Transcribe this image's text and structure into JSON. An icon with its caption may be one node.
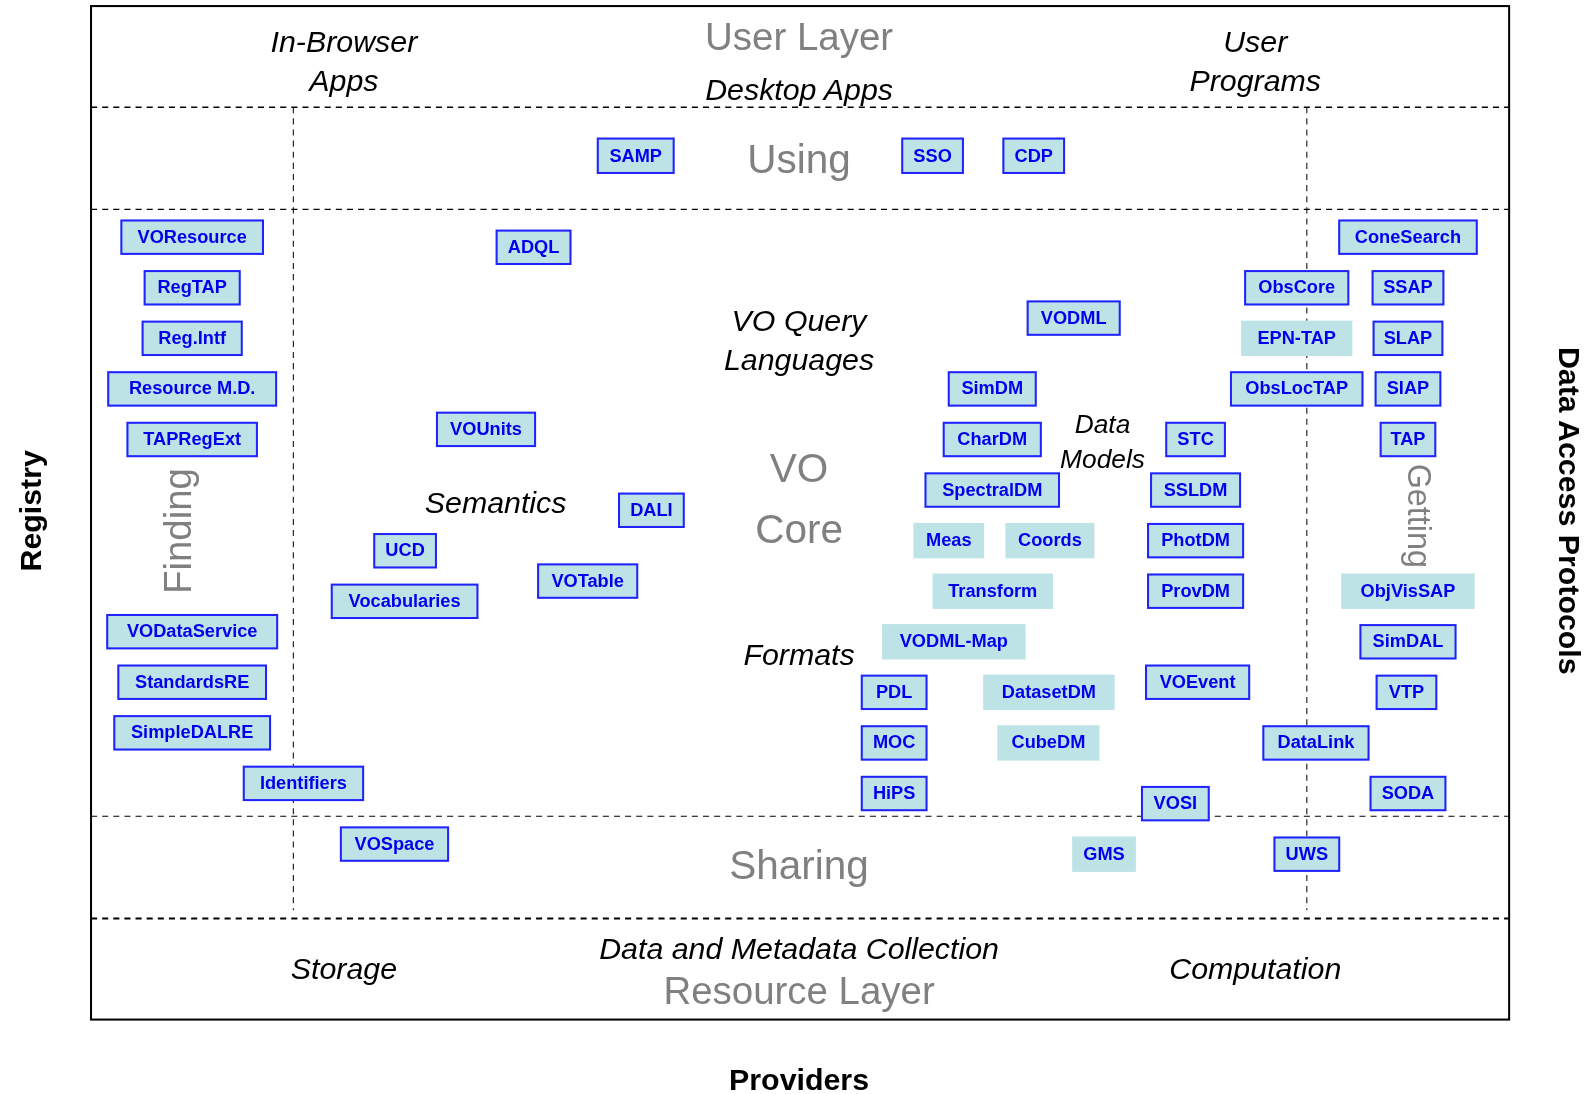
{
  "diagram": {
    "nodes": [
      {
        "text": [
          "SAMP"
        ]
      },
      {
        "text": [
          "SSO"
        ]
      },
      {
        "text": [
          "CDP"
        ]
      },
      {
        "text": [
          "VOResource"
        ]
      },
      {
        "text": [
          "ConeSearch"
        ]
      },
      {
        "text": [
          "ADQL"
        ]
      },
      {
        "text": [
          "RegTAP"
        ]
      },
      {
        "text": [
          "ObsCore"
        ]
      },
      {
        "text": [
          "SSAP"
        ]
      },
      {
        "text": [
          "VODML"
        ]
      },
      {
        "text": [
          "Reg.Intf"
        ]
      },
      {
        "text": [
          "EPN-TAP"
        ]
      },
      {
        "text": [
          "SLAP"
        ]
      },
      {
        "text": [
          "Resource M.D."
        ]
      },
      {
        "text": [
          "SimDM"
        ]
      },
      {
        "text": [
          "ObsLocTAP"
        ]
      },
      {
        "text": [
          "SIAP"
        ]
      },
      {
        "text": [
          "VOUnits"
        ]
      },
      {
        "text": [
          "TAPRegExt"
        ]
      },
      {
        "text": [
          "CharDM"
        ]
      },
      {
        "text": [
          "STC"
        ]
      },
      {
        "text": [
          "TAP"
        ]
      },
      {
        "text": [
          "SpectralDM"
        ]
      },
      {
        "text": [
          "SSLDM"
        ]
      },
      {
        "text": [
          "DALI"
        ]
      },
      {
        "text": [
          "Meas"
        ]
      },
      {
        "text": [
          "Coords"
        ]
      },
      {
        "text": [
          "UCD"
        ]
      },
      {
        "text": [
          "PhotDM"
        ]
      },
      {
        "text": [
          "VOTable"
        ]
      },
      {
        "text": [
          "Transform"
        ]
      },
      {
        "text": [
          "ProvDM"
        ]
      },
      {
        "text": [
          "ObjVisSAP"
        ]
      },
      {
        "text": [
          "Vocabularies"
        ]
      },
      {
        "text": [
          "VODataService"
        ]
      },
      {
        "text": [
          "VODML-Map"
        ]
      },
      {
        "text": [
          "SimDAL"
        ]
      },
      {
        "text": [
          "StandardsRE"
        ]
      },
      {
        "text": [
          "PDL"
        ]
      },
      {
        "text": [
          "DatasetDM"
        ]
      },
      {
        "text": [
          "VOEvent"
        ]
      },
      {
        "text": [
          "VTP"
        ]
      },
      {
        "text": [
          "SimpleDALRE"
        ]
      },
      {
        "text": [
          "MOC"
        ]
      },
      {
        "text": [
          "CubeDM"
        ]
      },
      {
        "text": [
          "DataLink"
        ]
      },
      {
        "text": [
          "Identifiers"
        ]
      },
      {
        "text": [
          "HiPS"
        ]
      },
      {
        "text": [
          "SODA"
        ]
      },
      {
        "text": [
          "VOSI"
        ]
      },
      {
        "text": [
          "VOSpace"
        ]
      },
      {
        "text": [
          "GMS"
        ]
      },
      {
        "text": [
          "UWS"
        ]
      }
    ],
    "labels": [
      "In-Browser Apps",
      "User Layer",
      "User Programs",
      "Desktop Apps",
      "Using",
      "VO Query Languages",
      "Registry",
      "Data Access Protocols",
      "Finding",
      "Getting",
      "VO Core",
      "Semantics",
      "Data Models",
      "Formats",
      "Sharing",
      "Storage",
      "Data and Metadata Collection",
      "Computation",
      "Resource Layer",
      "Providers"
    ]
  }
}
